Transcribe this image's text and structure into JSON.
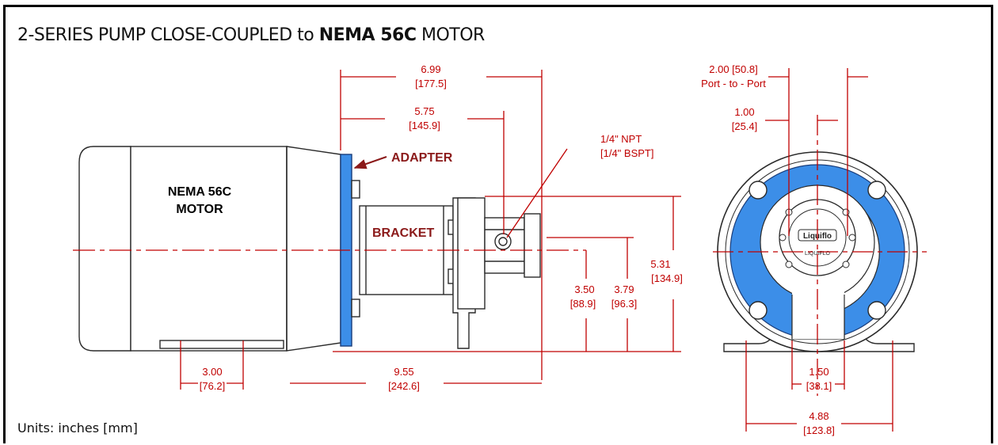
{
  "title": {
    "prefix": "2-SERIES PUMP CLOSE-COUPLED to ",
    "bold": "NEMA 56C",
    "suffix": " MOTOR"
  },
  "units_note": "Units:  inches [mm]",
  "colors": {
    "dimension": "#c00000",
    "callout": "#8b1a1a",
    "adapter": "#3c8ee8",
    "outline": "#2a2a2a"
  },
  "labels": {
    "motor_line1": "NEMA 56C",
    "motor_line2": "MOTOR",
    "adapter": "ADAPTER",
    "bracket": "BRACKET",
    "logo": "Liquiflo",
    "logo_sub": "LIQUIFLO"
  },
  "port_note": {
    "line1": "1/4\" NPT",
    "line2": "[1/4\" BSPT]"
  },
  "dimensions": {
    "d699": {
      "in": "6.99",
      "mm": "[177.5]"
    },
    "d575": {
      "in": "5.75",
      "mm": "[145.9]"
    },
    "d531": {
      "in": "5.31",
      "mm": "[134.9]"
    },
    "d350": {
      "in": "3.50",
      "mm": "[88.9]"
    },
    "d379": {
      "in": "3.79",
      "mm": "[96.3]"
    },
    "d300": {
      "in": "3.00",
      "mm": "[76.2]"
    },
    "d955": {
      "in": "9.55",
      "mm": "[242.6]"
    },
    "d200": {
      "in": "2.00 [50.8]",
      "sub": "Port - to - Port"
    },
    "d100": {
      "in": "1.00",
      "mm": "[25.4]"
    },
    "d150": {
      "in": "1.50",
      "mm": "[38.1]"
    },
    "d488": {
      "in": "4.88",
      "mm": "[123.8]"
    }
  }
}
